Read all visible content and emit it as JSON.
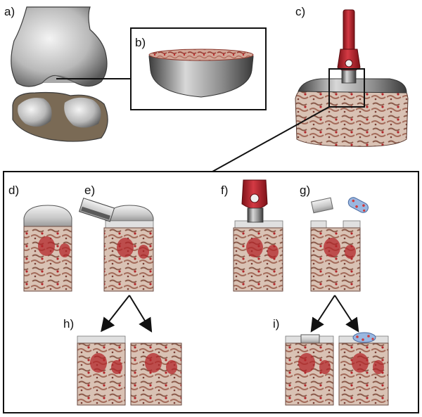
{
  "figure": {
    "panels": [
      {
        "id": "a",
        "label": "a)"
      },
      {
        "id": "b",
        "label": "b)"
      },
      {
        "id": "c",
        "label": "c)"
      },
      {
        "id": "d",
        "label": "d)"
      },
      {
        "id": "e",
        "label": "e)"
      },
      {
        "id": "f",
        "label": "f)"
      },
      {
        "id": "g",
        "label": "g)"
      },
      {
        "id": "h",
        "label": "h)"
      },
      {
        "id": "i",
        "label": "i)"
      }
    ]
  },
  "colors": {
    "bone": "#c9b2a6",
    "bone_dark": "#8a6a5a",
    "blood": "#b3262a",
    "cartilage": "#d7d7d7",
    "cartilage_dark": "#8f8f8f",
    "punch": "#c4232d",
    "punch_dark": "#7e1218",
    "graft_particle_blue": "#7fa5d8",
    "graft_particle_red": "#d03a3a",
    "outline": "#111111"
  }
}
